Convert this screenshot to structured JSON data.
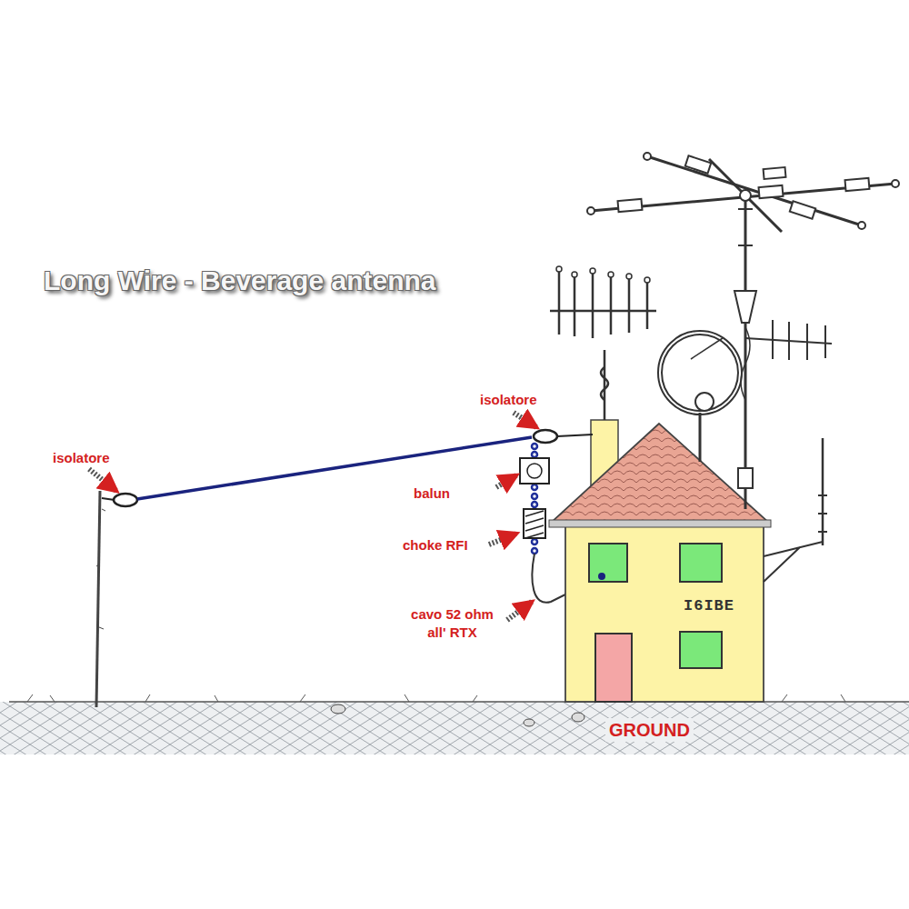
{
  "diagram": {
    "title": "Long Wire - Beverage antenna",
    "labels": [
      "isolatore",
      "isolatore",
      "balun",
      "choke RFI",
      "cavo 52 ohm all' RTX",
      "GROUND",
      "I6IBE"
    ]
  }
}
